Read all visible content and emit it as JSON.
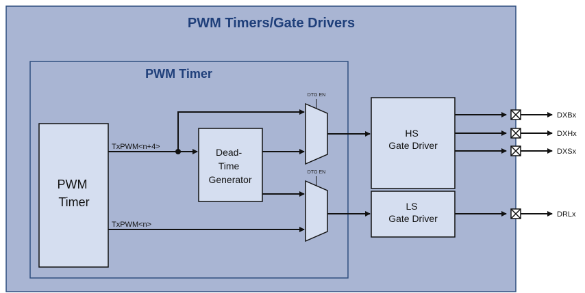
{
  "outer": {
    "title": "PWM Timers/Gate Drivers"
  },
  "inner": {
    "title": "PWM Timer"
  },
  "blocks": {
    "pwm_timer": [
      "PWM",
      "Timer"
    ],
    "deadtime": [
      "Dead-",
      "Time",
      "Generator"
    ],
    "hs_driver": [
      "HS",
      "Gate Driver"
    ],
    "ls_driver": [
      "LS",
      "Gate Driver"
    ]
  },
  "signals": {
    "upper": "TxPWM<n+4>",
    "lower": "TxPWM<n>",
    "mux_select_top": "DTG EN",
    "mux_select_bottom": "DTG EN"
  },
  "outputs": [
    "DXBx",
    "DXHx",
    "DXSx",
    "DRLx"
  ],
  "colors": {
    "outer_fill": "#a9b5d3",
    "outer_border": "#2f4f7f",
    "block_fill": "#d5def0",
    "title_text": "#1f3f7a"
  }
}
